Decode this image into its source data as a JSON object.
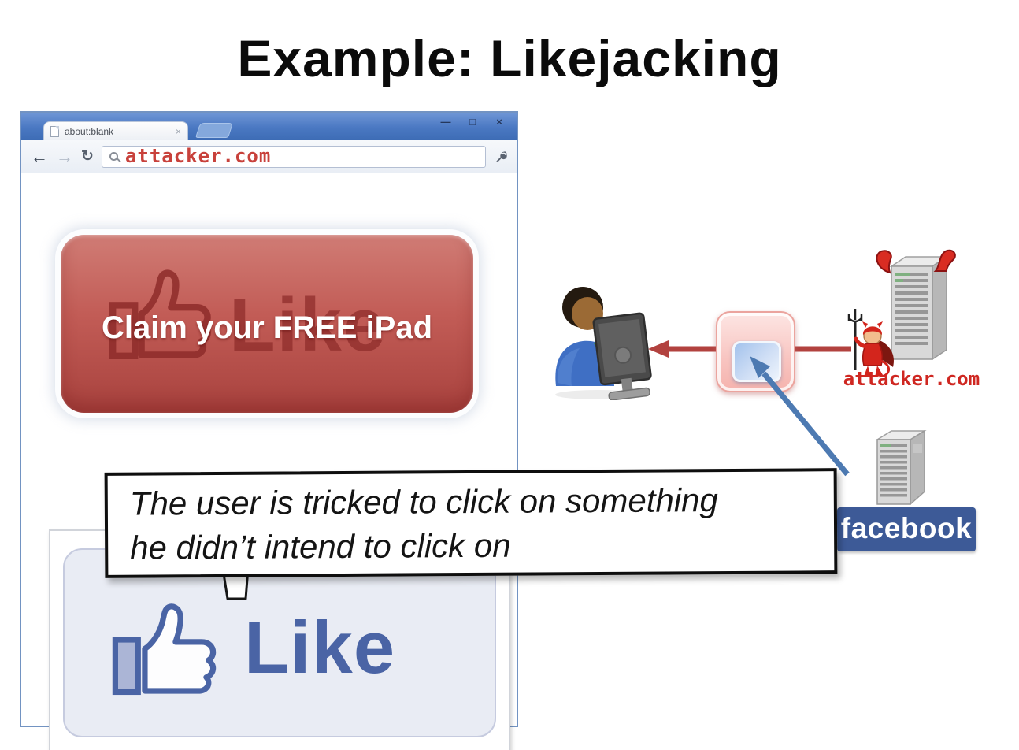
{
  "title": "Example: Likejacking",
  "browser": {
    "tab_title": "about:blank",
    "url": "attacker.com",
    "controls": {
      "minimize": "—",
      "maximize": "□",
      "close": "×"
    },
    "nav": {
      "back": "←",
      "forward": "→",
      "reload": "↻"
    },
    "tab_close": "×"
  },
  "page": {
    "claim_button_label": "Claim your FREE iPad",
    "ghost_like_label": "Like",
    "fb_like_label": "Like"
  },
  "callout": {
    "line1": "The user is tricked to click on something",
    "line2": "he didn’t intend to click on"
  },
  "diagram": {
    "attacker_label": "attacker.com",
    "facebook_label": "facebook"
  },
  "icons": {
    "magnifier": "search-icon",
    "wrench": "tools-menu-icon",
    "page": "page-icon",
    "cursor": "hand-cursor-icon"
  },
  "colors": {
    "red_arrow": "#b2423f",
    "blue_arrow": "#4d7ab2",
    "facebook_blue": "#3d5a97",
    "url_red": "#c8413b",
    "button_red": "#b5504b",
    "titlebar_blue": "#4a78c2"
  }
}
